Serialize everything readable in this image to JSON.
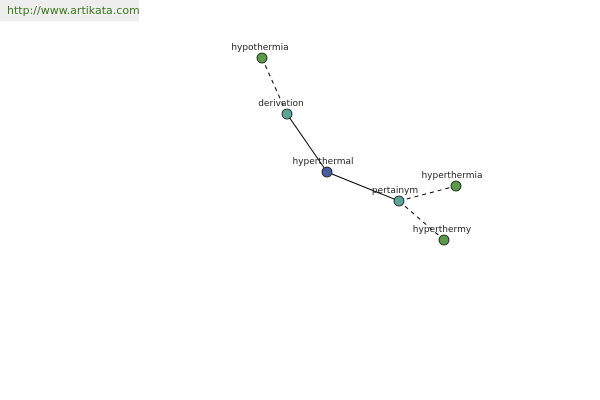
{
  "watermark": {
    "url": "http://www.artikata.com",
    "color": "#3a7a1e"
  },
  "colors": {
    "center": "#4a5da0",
    "relation": "#5aa59a",
    "word": "#5a9a48",
    "edge": "#000000"
  },
  "graph": {
    "nodes": [
      {
        "id": "hypothermia",
        "label": "hypothermia",
        "kind": "word"
      },
      {
        "id": "derivation",
        "label": "derivation",
        "kind": "relation"
      },
      {
        "id": "hyperthermal",
        "label": "hyperthermal",
        "kind": "center"
      },
      {
        "id": "pertainym",
        "label": "pertainym",
        "kind": "relation"
      },
      {
        "id": "hyperthermia",
        "label": "hyperthermia",
        "kind": "word"
      },
      {
        "id": "hyperthermy",
        "label": "hyperthermy",
        "kind": "word"
      }
    ],
    "edges": [
      {
        "from": "hypothermia",
        "to": "derivation",
        "style": "dashed"
      },
      {
        "from": "derivation",
        "to": "hyperthermal",
        "style": "solid"
      },
      {
        "from": "hyperthermal",
        "to": "pertainym",
        "style": "solid"
      },
      {
        "from": "pertainym",
        "to": "hyperthermia",
        "style": "dashed"
      },
      {
        "from": "pertainym",
        "to": "hyperthermy",
        "style": "dashed"
      }
    ]
  }
}
